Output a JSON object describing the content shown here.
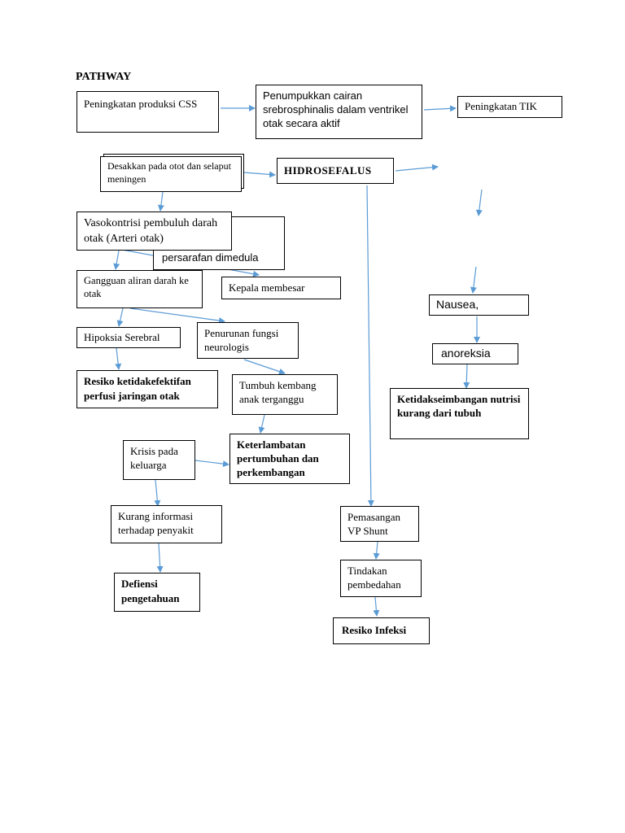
{
  "title": "PATHWAY",
  "nodes": {
    "peningkatan_css": "Peningkatan produksi CSS",
    "penumpukkan": "Penumpukkan cairan srebrosphinalis dalam ventrikel otak secara aktif",
    "peningkatan_tik": "Peningkatan TIK",
    "desakkan": "Desakkan pada otot dan selaput meningen",
    "hidrosefalus": "HIDROSEFALUS",
    "vasokontrisi": "Vasokontrisi pembuluh darah otak (Arteri otak)",
    "persarafan": "persarafan dimedula",
    "gangguan_aliran": "Gangguan aliran darah ke otak",
    "kepala_membesar": "Kepala membesar",
    "nausea": "Nausea,",
    "hipoksia": "Hipoksia Serebral",
    "penurunan_fungsi": "Penurunan fungsi neurologis",
    "anoreksia": "anoreksia",
    "resiko_perfusi": "Resiko ketidakefektifan perfusi jaringan otak",
    "tumbuh_kembang": "Tumbuh kembang anak terganggu",
    "ketidakseimbangan": "Ketidakseimbangan nutrisi kurang dari tubuh",
    "krisis": "Krisis pada keluarga",
    "keterlambatan": "Keterlambatan pertumbuhan dan perkembangan",
    "kurang_informasi": "Kurang informasi terhadap penyakit",
    "pemasangan": "Pemasangan VP Shunt",
    "tindakan": "Tindakan pembedahan",
    "defiensi": "Defiensi pengetahuan",
    "resiko_infeksi": "Resiko Infeksi"
  },
  "colors": {
    "arrow": "#5b9bd5",
    "border": "#000000"
  }
}
